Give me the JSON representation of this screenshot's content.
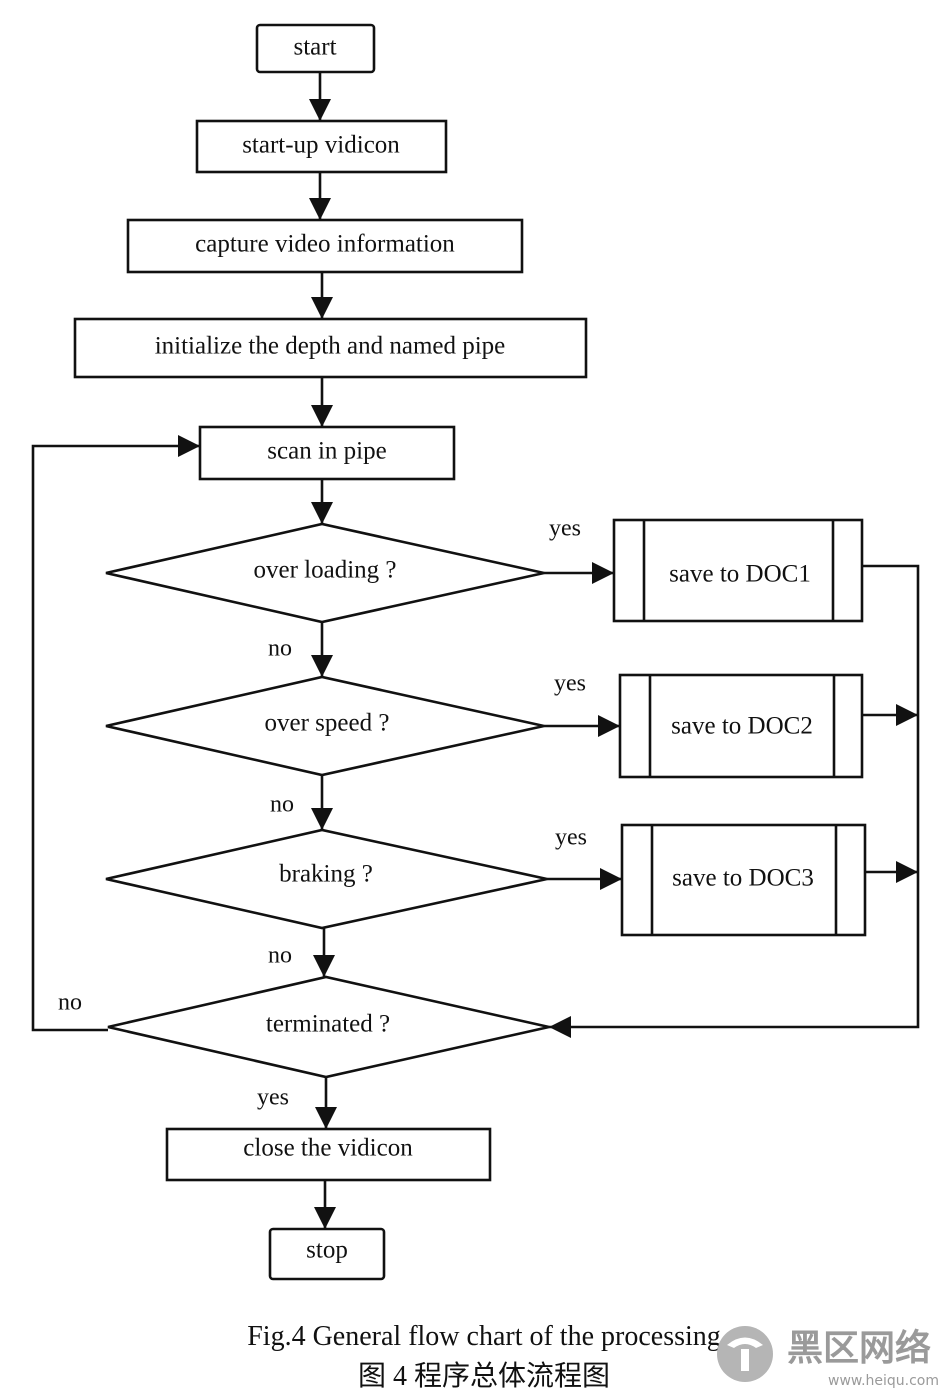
{
  "nodes": {
    "start": "start",
    "startup": "start-up vidicon",
    "capture": "capture video information",
    "init": "initialize the depth and named pipe",
    "scan": "scan in pipe",
    "overloading": "over loading ?",
    "overspeed": "over speed ?",
    "braking": "braking ?",
    "terminated": "terminated ?",
    "close": "close the vidicon",
    "stop": "stop",
    "doc1": "save to DOC1",
    "doc2": "save to DOC2",
    "doc3": "save to DOC3"
  },
  "edge_labels": {
    "yes1": "yes",
    "yes2": "yes",
    "yes3": "yes",
    "no1": "no",
    "no2": "no",
    "no3": "no",
    "no_loop": "no",
    "yes_end": "yes"
  },
  "caption": {
    "en": "Fig.4 General flow chart of the processing",
    "zh": "图 4  程序总体流程图"
  },
  "watermark": {
    "name": "黑区网络",
    "url": "www.heiqu.com"
  }
}
